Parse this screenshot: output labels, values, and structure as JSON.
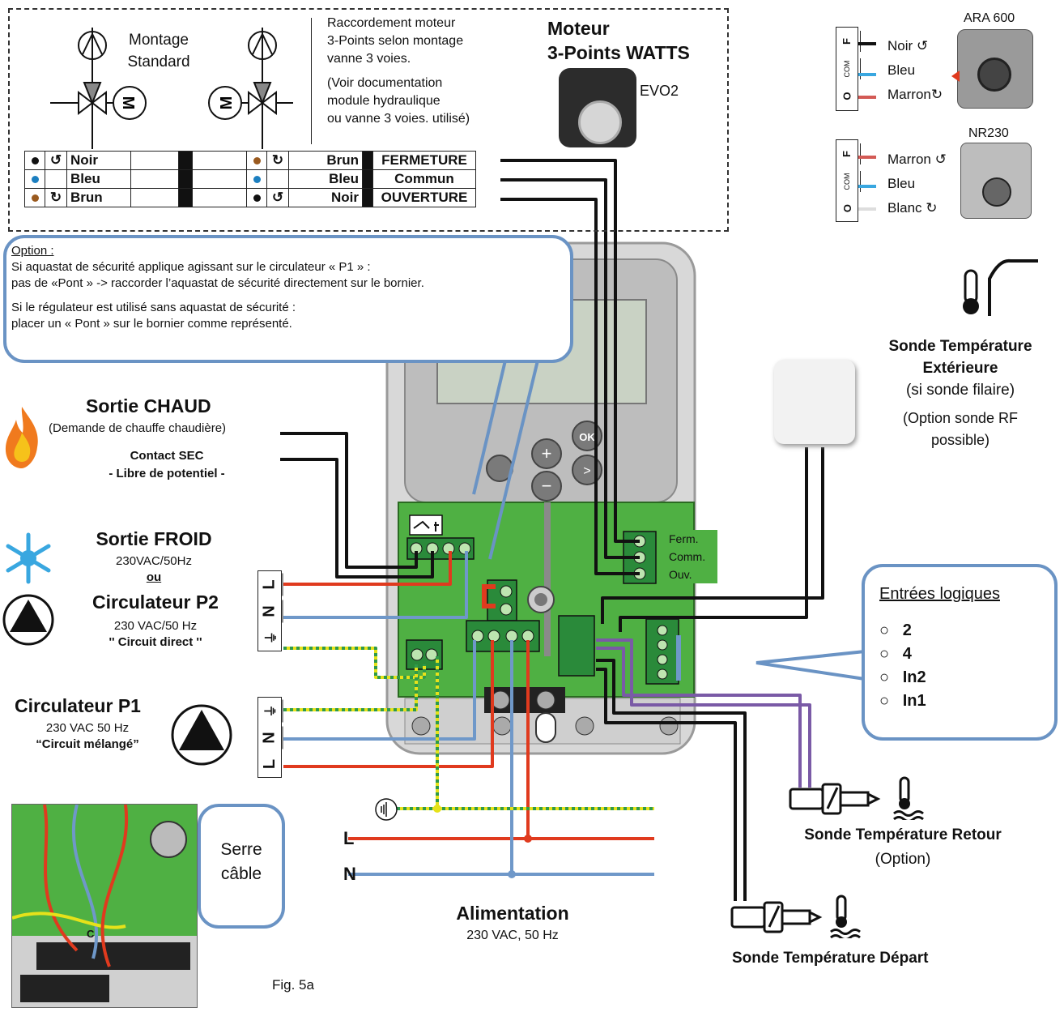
{
  "mounting": {
    "standard_label_1": "Montage",
    "standard_label_2": "Standard",
    "note_line_1": "Raccordement moteur",
    "note_line_2": "3-Points selon montage",
    "note_line_3": "vanne 3 voies.",
    "note_line_4": "(Voir documentation",
    "note_line_5": "module hydraulique",
    "note_line_6": "ou vanne 3 voies. utilisé)",
    "motor_symbol": "M"
  },
  "wiring_table": {
    "rows": [
      {
        "left": "Noir",
        "right": "Brun",
        "function": "FERMETURE"
      },
      {
        "left": "Bleu",
        "right": "Bleu",
        "function": "Commun"
      },
      {
        "left": "Brun",
        "right": "Noir",
        "function": "OUVERTURE"
      }
    ]
  },
  "motor": {
    "title_1": "Moteur",
    "title_2": "3-Points WATTS",
    "model": "EVO2"
  },
  "ara600": {
    "title": "ARA 600",
    "terminals": [
      "F",
      "COM",
      "O"
    ],
    "wire_labels": [
      "Noir ↺",
      "Bleu",
      "Marron↻"
    ]
  },
  "nr230": {
    "title": "NR230",
    "terminals": [
      "F",
      "COM",
      "O"
    ],
    "wire_labels": [
      "Marron ↺",
      "Bleu",
      "Blanc ↻"
    ]
  },
  "option_callout": {
    "heading": "Option :",
    "line_1": "Si aquastat de sécurité applique agissant sur le circulateur « P1 » :",
    "line_2": "pas de «Pont » -> raccorder l’aquastat de sécurité directement sur le bornier.",
    "line_3": "Si le régulateur est utilisé sans aquastat de sécurité :",
    "line_4": "placer un « Pont » sur le bornier comme représenté."
  },
  "outdoor_sensor": {
    "title_1": "Sonde Température",
    "title_2": "Extérieure",
    "subtitle": "(si sonde filaire)",
    "note_1": "(Option sonde RF",
    "note_2": "possible)"
  },
  "hot_output": {
    "title": "Sortie CHAUD",
    "subtitle": "(Demande de chauffe chaudière)",
    "contact_1": "Contact SEC",
    "contact_2": "- Libre de potentiel -"
  },
  "cold_output": {
    "title": "Sortie FROID",
    "spec": "230VAC/50Hz",
    "or": "ou"
  },
  "circulator_p2": {
    "title": "Circulateur P2",
    "spec": "230 VAC/50 Hz",
    "circuit": "'' Circuit direct ''",
    "terminals": [
      "L",
      "N",
      "⏚"
    ]
  },
  "circulator_p1": {
    "title": "Circulateur P1",
    "spec": "230 VAC 50 Hz",
    "circuit": "“Circuit mélangé”",
    "terminals": [
      "⏚",
      "N",
      "L"
    ]
  },
  "motor_terminal_labels": {
    "ferm": "Ferm.",
    "comm": "Comm.",
    "ouv": "Ouv."
  },
  "logic_inputs": {
    "title": "Entrées logiques",
    "items": [
      "2",
      "4",
      "In2",
      "In1"
    ]
  },
  "return_sensor": {
    "title": "Sonde Température Retour",
    "subtitle": "(Option)"
  },
  "supply_sensor": {
    "title": "Sonde Température Départ"
  },
  "power": {
    "L": "L",
    "N": "N",
    "title": "Alimentation",
    "spec": "230 VAC,  50 Hz"
  },
  "cable_clamp": {
    "line_1": "Serre",
    "line_2": "câble",
    "marker": "C"
  },
  "figure": {
    "caption": "Fig. 5a"
  },
  "colors": {
    "red": "#e03a1e",
    "blue": "#6f98c9",
    "black": "#111111",
    "purple": "#7a5aa6",
    "earth_yellow": "#e6e21a",
    "earth_green": "#2f9a4a",
    "board_green": "#4fb043",
    "brown": "#9a5a1f",
    "bullet_blue": "#1c7fc0"
  }
}
